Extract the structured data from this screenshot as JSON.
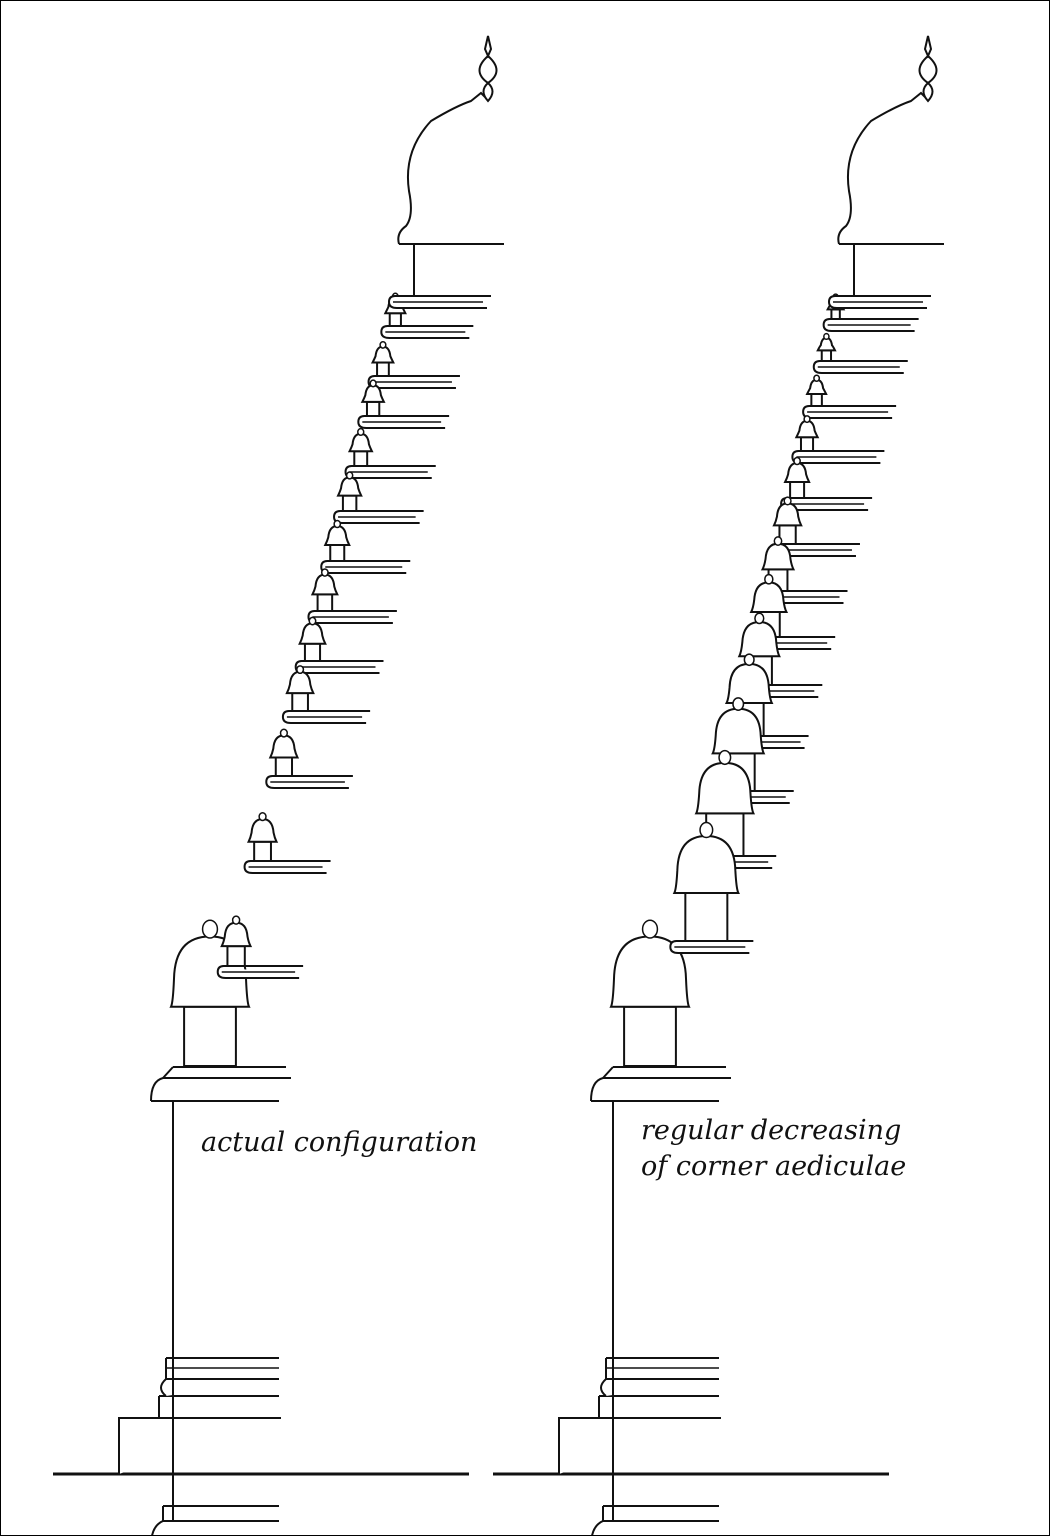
{
  "figures": [
    {
      "id": "actual",
      "label_lines": [
        "actual configuration"
      ],
      "aedicula_count": 12
    },
    {
      "id": "regular",
      "label_lines": [
        "regular decreasing",
        "of corner aediculae"
      ],
      "aedicula_count": 13
    }
  ],
  "colors": {
    "ink": "#111111",
    "paper": "#ffffff"
  }
}
